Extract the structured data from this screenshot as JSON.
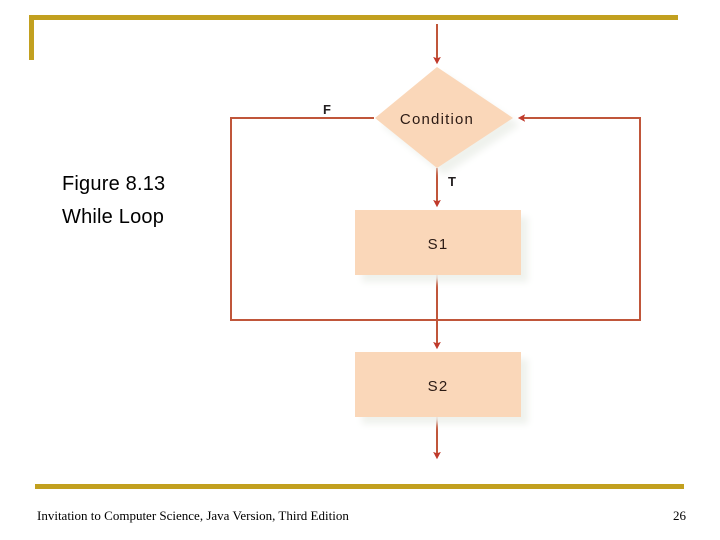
{
  "slide": {
    "caption": {
      "line1": "Figure 8.13",
      "line2": "While Loop"
    },
    "footer": {
      "source": "Invitation to Computer Science, Java Version, Third Edition",
      "page_number": "26"
    },
    "decoration": {
      "accent_color": "#c2a01f"
    }
  },
  "diagram": {
    "type": "flowchart",
    "title": "While Loop",
    "colors": {
      "node_fill": "#fad7b9",
      "connector": "#c0563a",
      "arrow": "#c0392b",
      "shadow": "#e3e6dc"
    },
    "nodes": [
      {
        "id": "condition",
        "shape": "diamond",
        "label": "Condition"
      },
      {
        "id": "s1",
        "shape": "rectangle",
        "label": "S1"
      },
      {
        "id": "s2",
        "shape": "rectangle",
        "label": "S2"
      }
    ],
    "branch_labels": {
      "false": "F",
      "true": "T"
    },
    "edges": [
      {
        "from": "entry",
        "to": "condition",
        "label": ""
      },
      {
        "from": "condition",
        "to": "s1",
        "label": "T"
      },
      {
        "from": "s1",
        "to": "condition",
        "label": ""
      },
      {
        "from": "condition",
        "to": "s2",
        "label": "F"
      },
      {
        "from": "s2",
        "to": "exit",
        "label": ""
      }
    ]
  }
}
